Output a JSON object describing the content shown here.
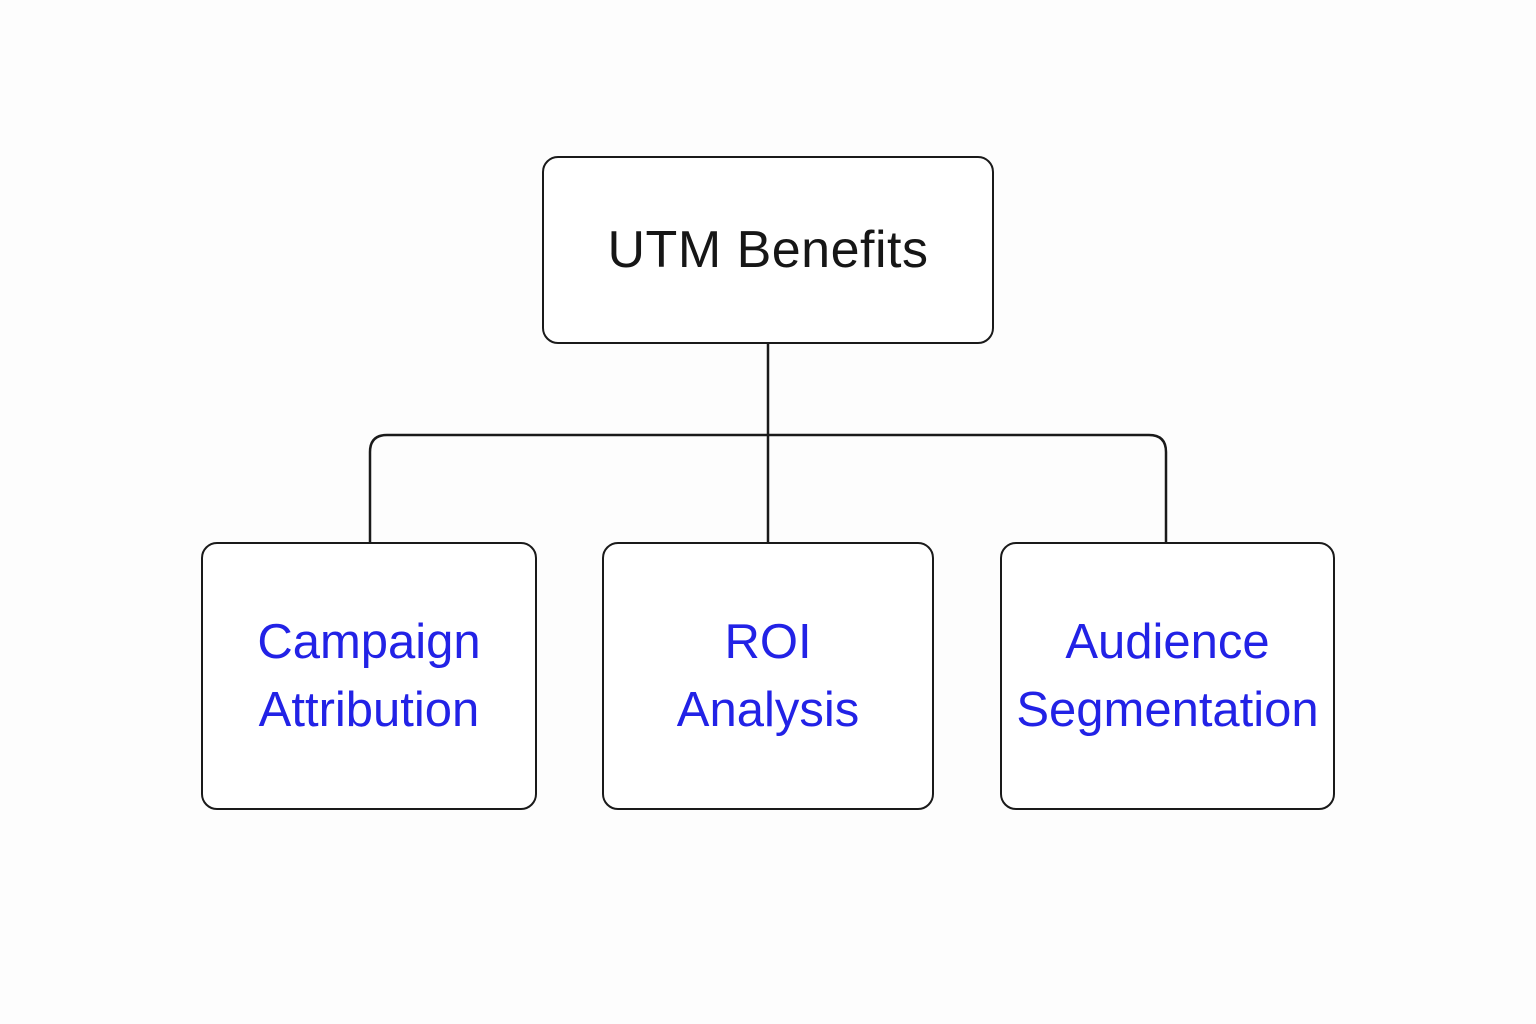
{
  "diagram": {
    "root": {
      "label": "UTM Benefits"
    },
    "children": [
      {
        "line1": "Campaign",
        "line2": "Attribution"
      },
      {
        "line1": "ROI",
        "line2": "Analysis"
      },
      {
        "line1": "Audience",
        "line2": "Segmentation"
      }
    ],
    "colors": {
      "border": "#1a1a1a",
      "root_text": "#161616",
      "child_text": "#2222e6",
      "background": "#fdfdfd"
    }
  }
}
